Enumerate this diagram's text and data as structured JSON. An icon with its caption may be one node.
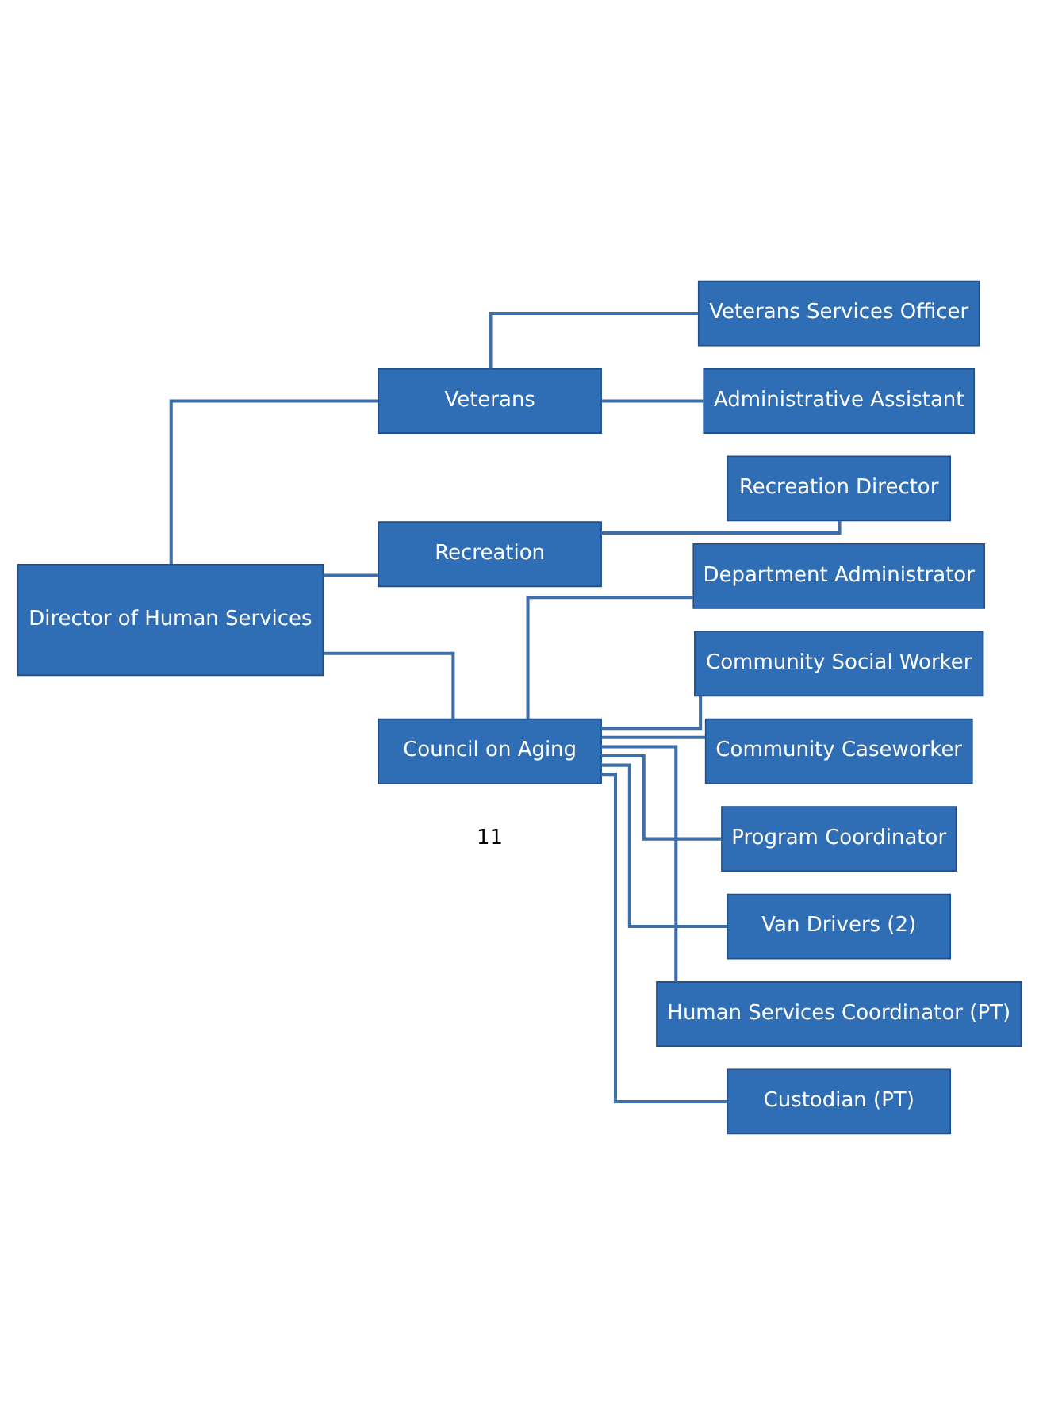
{
  "diagram": {
    "nodes": [
      {
        "text": [
          "Director of Human Services"
        ]
      },
      {
        "text": [
          "Veterans"
        ]
      },
      {
        "text": [
          "Recreation"
        ]
      },
      {
        "text": [
          "Council on Aging"
        ]
      },
      {
        "text": [
          "Veterans Services Officer"
        ]
      },
      {
        "text": [
          "Administrative Assistant"
        ]
      },
      {
        "text": [
          "Recreation Director"
        ]
      },
      {
        "text": [
          "Department Administrator"
        ]
      },
      {
        "text": [
          "Community Social Worker"
        ]
      },
      {
        "text": [
          "Community Caseworker"
        ]
      },
      {
        "text": [
          "Program Coordinator"
        ]
      },
      {
        "text": [
          "Van Drivers (2)"
        ]
      },
      {
        "text": [
          "Human Services Coordinator (PT)"
        ]
      },
      {
        "text": [
          "Custodian (PT)"
        ]
      }
    ],
    "edges": [
      {
        "from": 0,
        "to": 1,
        "arrow": "none"
      },
      {
        "from": 0,
        "to": 2,
        "arrow": "none"
      },
      {
        "from": 0,
        "to": 3,
        "arrow": "none"
      },
      {
        "from": 1,
        "to": 4,
        "arrow": "none"
      },
      {
        "from": 1,
        "to": 5,
        "arrow": "none"
      },
      {
        "from": 2,
        "to": 6,
        "arrow": "none"
      },
      {
        "from": 3,
        "to": 7,
        "arrow": "none"
      },
      {
        "from": 3,
        "to": 8,
        "arrow": "none"
      },
      {
        "from": 3,
        "to": 9,
        "arrow": "none"
      },
      {
        "from": 3,
        "to": 10,
        "arrow": "none"
      },
      {
        "from": 3,
        "to": 11,
        "arrow": "none"
      },
      {
        "from": 3,
        "to": 12,
        "arrow": "none"
      },
      {
        "from": 3,
        "to": 13,
        "arrow": "none"
      }
    ],
    "labels": [
      "11"
    ]
  }
}
